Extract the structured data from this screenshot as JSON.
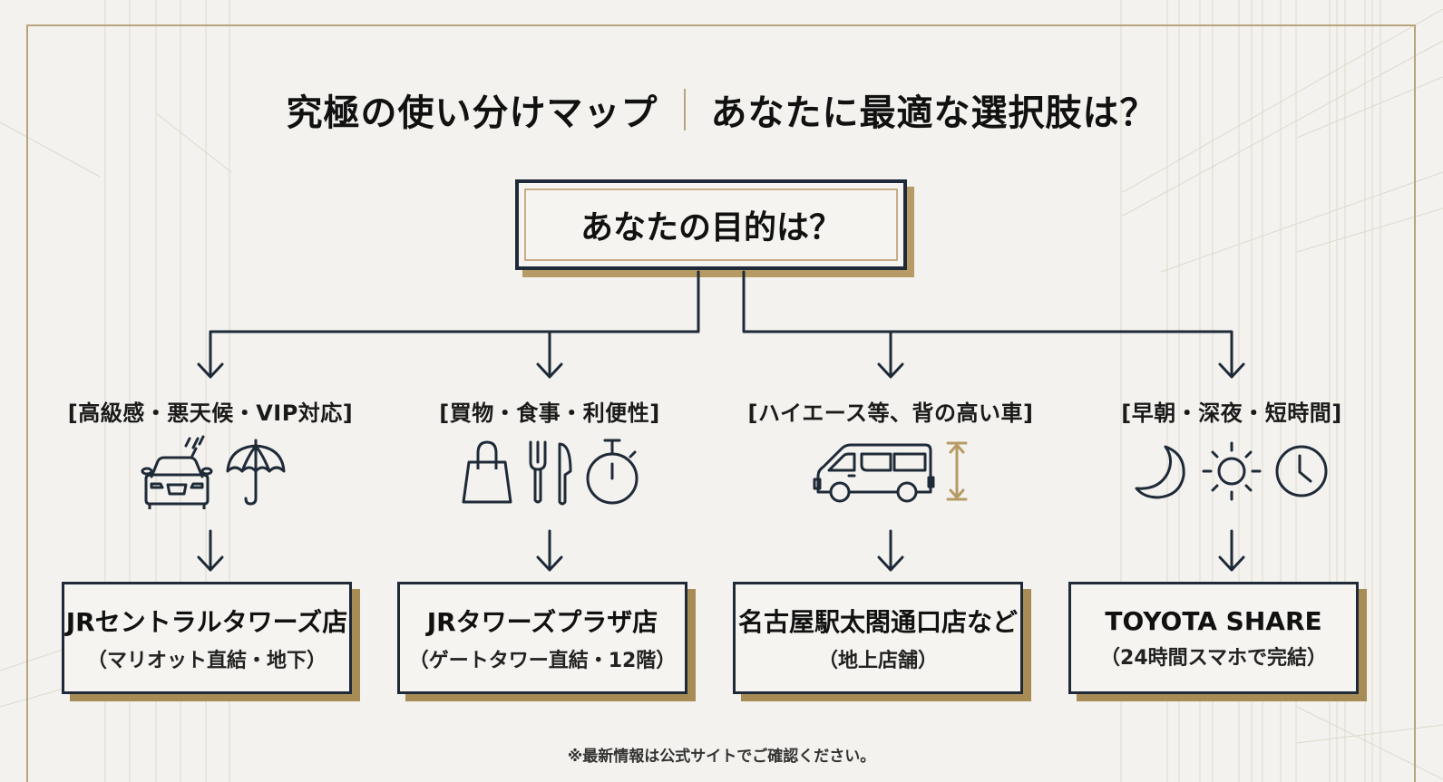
{
  "title": {
    "left": "究極の使い分けマップ",
    "right": "あなたに最適な選択肢は？"
  },
  "root": {
    "label": "あなたの目的は？"
  },
  "branches": [
    {
      "category": "[高級感・悪天候・VIP対応]",
      "icons": [
        "car-in-rain-icon",
        "umbrella-icon"
      ],
      "destination": {
        "name": "JRセントラルタワーズ店",
        "note": "（マリオット直結・地下）"
      }
    },
    {
      "category": "[買物・食事・利便性]",
      "icons": [
        "shopping-bag-icon",
        "fork-knife-icon",
        "stopwatch-icon"
      ],
      "destination": {
        "name": "JRタワーズプラザ店",
        "note": "（ゲートタワー直結・12階）"
      }
    },
    {
      "category": "[ハイエース等、背の高い車]",
      "icons": [
        "van-icon",
        "height-arrow-icon"
      ],
      "destination": {
        "name": "名古屋駅太閤通口店など",
        "note": "（地上店舗）"
      }
    },
    {
      "category": "[早朝・深夜・短時間]",
      "icons": [
        "moon-icon",
        "sun-icon",
        "clock-icon"
      ],
      "destination": {
        "name": "TOYOTA SHARE",
        "note": "（24時間スマホで完結）"
      }
    }
  ],
  "footnote": "※最新情報は公式サイトでご確認ください。",
  "colors": {
    "background": "#f3f2ee",
    "navy": "#1f2a38",
    "gold": "#b79b64",
    "frame": "#b9a47e"
  }
}
